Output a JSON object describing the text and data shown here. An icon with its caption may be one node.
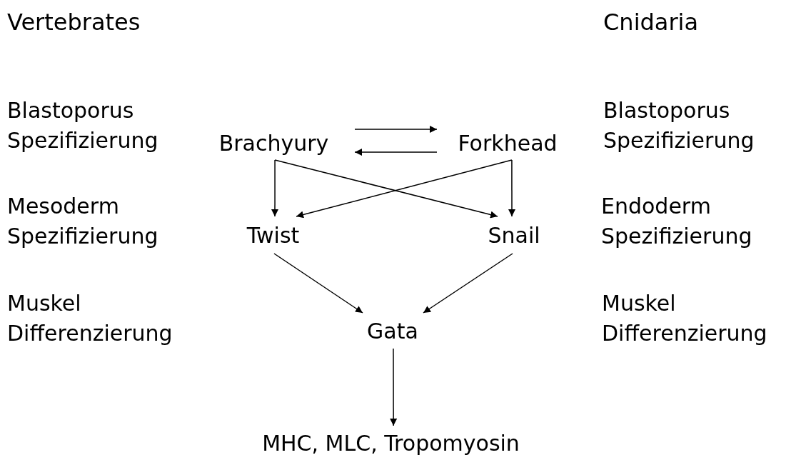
{
  "diagram": {
    "nodes": [
      {
        "text": [
          "Brachyury"
        ]
      },
      {
        "text": [
          "Forkhead"
        ]
      },
      {
        "text": [
          "Twist"
        ]
      },
      {
        "text": [
          "Snail"
        ]
      },
      {
        "text": [
          "Gata"
        ]
      },
      {
        "text": [
          "MHC, MLC, Tropomyosin"
        ]
      }
    ],
    "edges": [
      {
        "from": 0,
        "to": 1,
        "arrow": "to"
      },
      {
        "from": 1,
        "to": 0,
        "arrow": "to"
      },
      {
        "from": 0,
        "to": 2,
        "arrow": "to"
      },
      {
        "from": 0,
        "to": 3,
        "arrow": "to"
      },
      {
        "from": 1,
        "to": 2,
        "arrow": "to"
      },
      {
        "from": 1,
        "to": 3,
        "arrow": "to"
      },
      {
        "from": 2,
        "to": 4,
        "arrow": "to"
      },
      {
        "from": 3,
        "to": 4,
        "arrow": "to"
      },
      {
        "from": 4,
        "to": 5,
        "arrow": "to"
      }
    ],
    "labels": [
      "Vertebrates",
      "Cnidaria",
      "Blastoporus Spezifizierung",
      "Blastoporus Spezifizierung",
      "Mesoderm Spezifizierung",
      "Endoderm Spezifizierung",
      "Muskel Differenzierung",
      "Muskel Differenzierung"
    ]
  }
}
